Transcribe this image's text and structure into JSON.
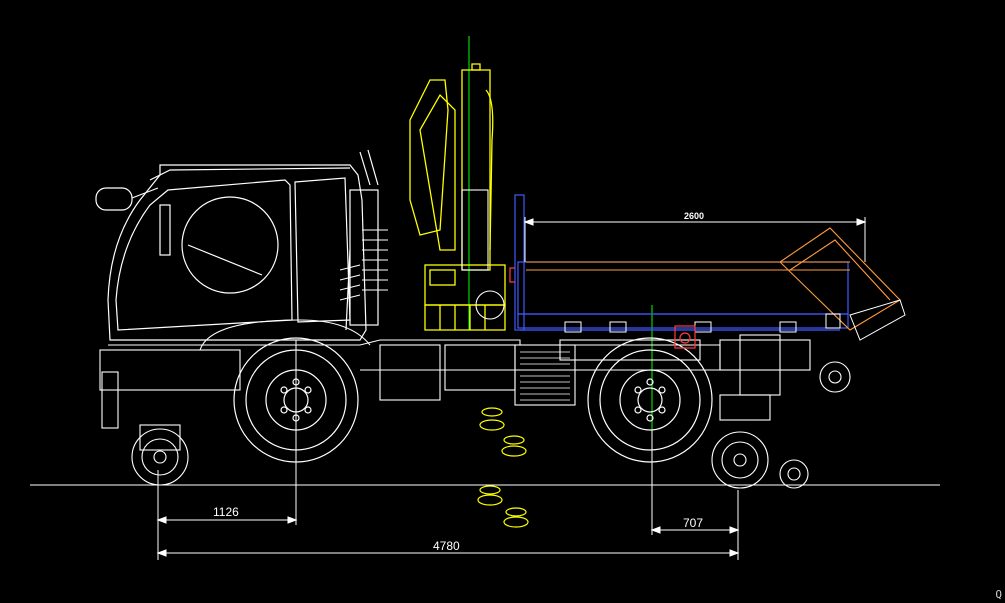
{
  "dimensions": {
    "cargo_bed_length": "2600",
    "front_overhang": "1126",
    "rear_overhang": "707",
    "overall_length": "4780"
  },
  "cursor_glyph": "Q",
  "colors": {
    "background": "#000000",
    "line": "#ffffff",
    "crane": "#ffff00",
    "axis_vertical": "#00ff00",
    "cargo_bed": "#3c5cff",
    "tipped_bed": "#ff9a3c",
    "highlight": "#ff3b3b"
  },
  "icons": [
    "crane-icon",
    "rail-wheel-icon",
    "outrigger-pad-icon"
  ]
}
